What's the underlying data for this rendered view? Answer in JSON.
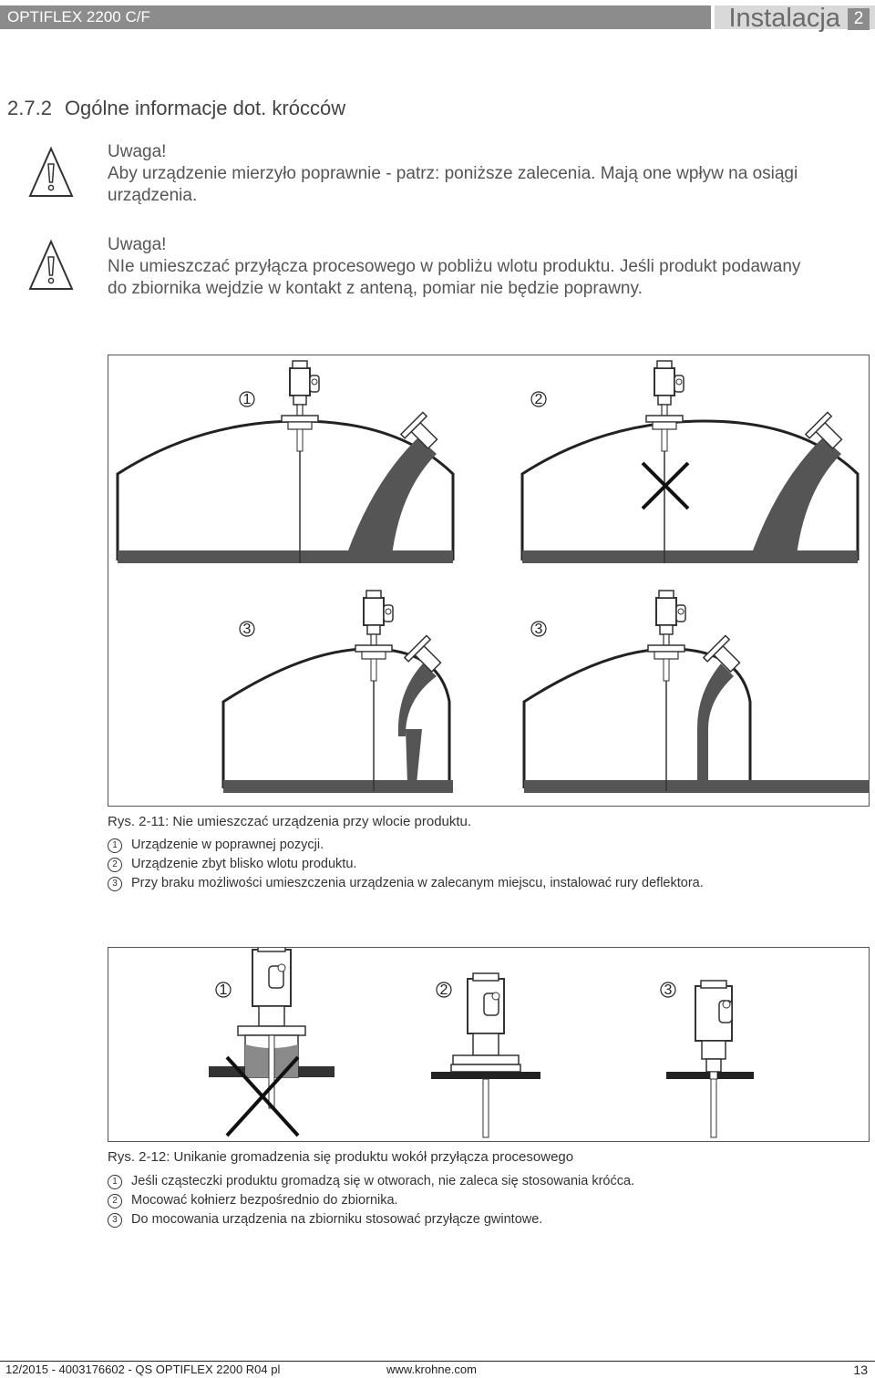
{
  "header": {
    "product": "OPTIFLEX 2200 C/F",
    "chapter_title": "Instalacja",
    "chapter_number": "2"
  },
  "section": {
    "number": "2.7.2",
    "title": "Ogólne informacje dot. krócców"
  },
  "warnings": [
    {
      "title": "Uwaga!",
      "lines": [
        "Aby urządzenie mierzyło poprawnie - patrz: poniższe zalecenia. Mają one wpływ na osiągi",
        "urządzenia."
      ]
    },
    {
      "title": "Uwaga!",
      "lines": [
        "NIe umieszczać przyłącza procesowego w pobliżu wlotu produktu. Jeśli produkt podawany",
        "do zbiornika wejdzie w kontakt z anteną, pomiar nie będzie poprawny."
      ]
    }
  ],
  "figure1": {
    "markers": [
      "1",
      "2",
      "3",
      "3"
    ],
    "caption": "Rys. 2-11: Nie umieszczać urządzenia przy wlocie produktu.",
    "legend": [
      {
        "num": "1",
        "text": "Urządzenie w poprawnej pozycji."
      },
      {
        "num": "2",
        "text": "Urządzenie zbyt blisko wlotu produktu."
      },
      {
        "num": "3",
        "text": "Przy braku możliwości umieszczenia urządzenia w zalecanym miejscu, instalować rury deflektora."
      }
    ]
  },
  "figure2": {
    "markers": [
      "1",
      "2",
      "3"
    ],
    "caption": "Rys. 2-12: Unikanie gromadzenia się produktu wokół przyłącza procesowego",
    "legend": [
      {
        "num": "1",
        "text": "Jeśli cząsteczki produktu gromadzą się w otworach, nie zaleca się stosowania króćca."
      },
      {
        "num": "2",
        "text": "Mocować kołnierz bezpośrednio do zbiornika."
      },
      {
        "num": "3",
        "text": "Do mocowania urządzenia na zbiorniku stosować przyłącze gwintowe."
      }
    ]
  },
  "footer": {
    "doc": "12/2015 - 4003176602 - QS OPTIFLEX 2200 R04 pl",
    "website": "www.krohne.com",
    "page": "13"
  },
  "colors": {
    "header_gray": "#8c8c8c",
    "header_light": "#d9d9d9",
    "product_fill": "#555555"
  }
}
